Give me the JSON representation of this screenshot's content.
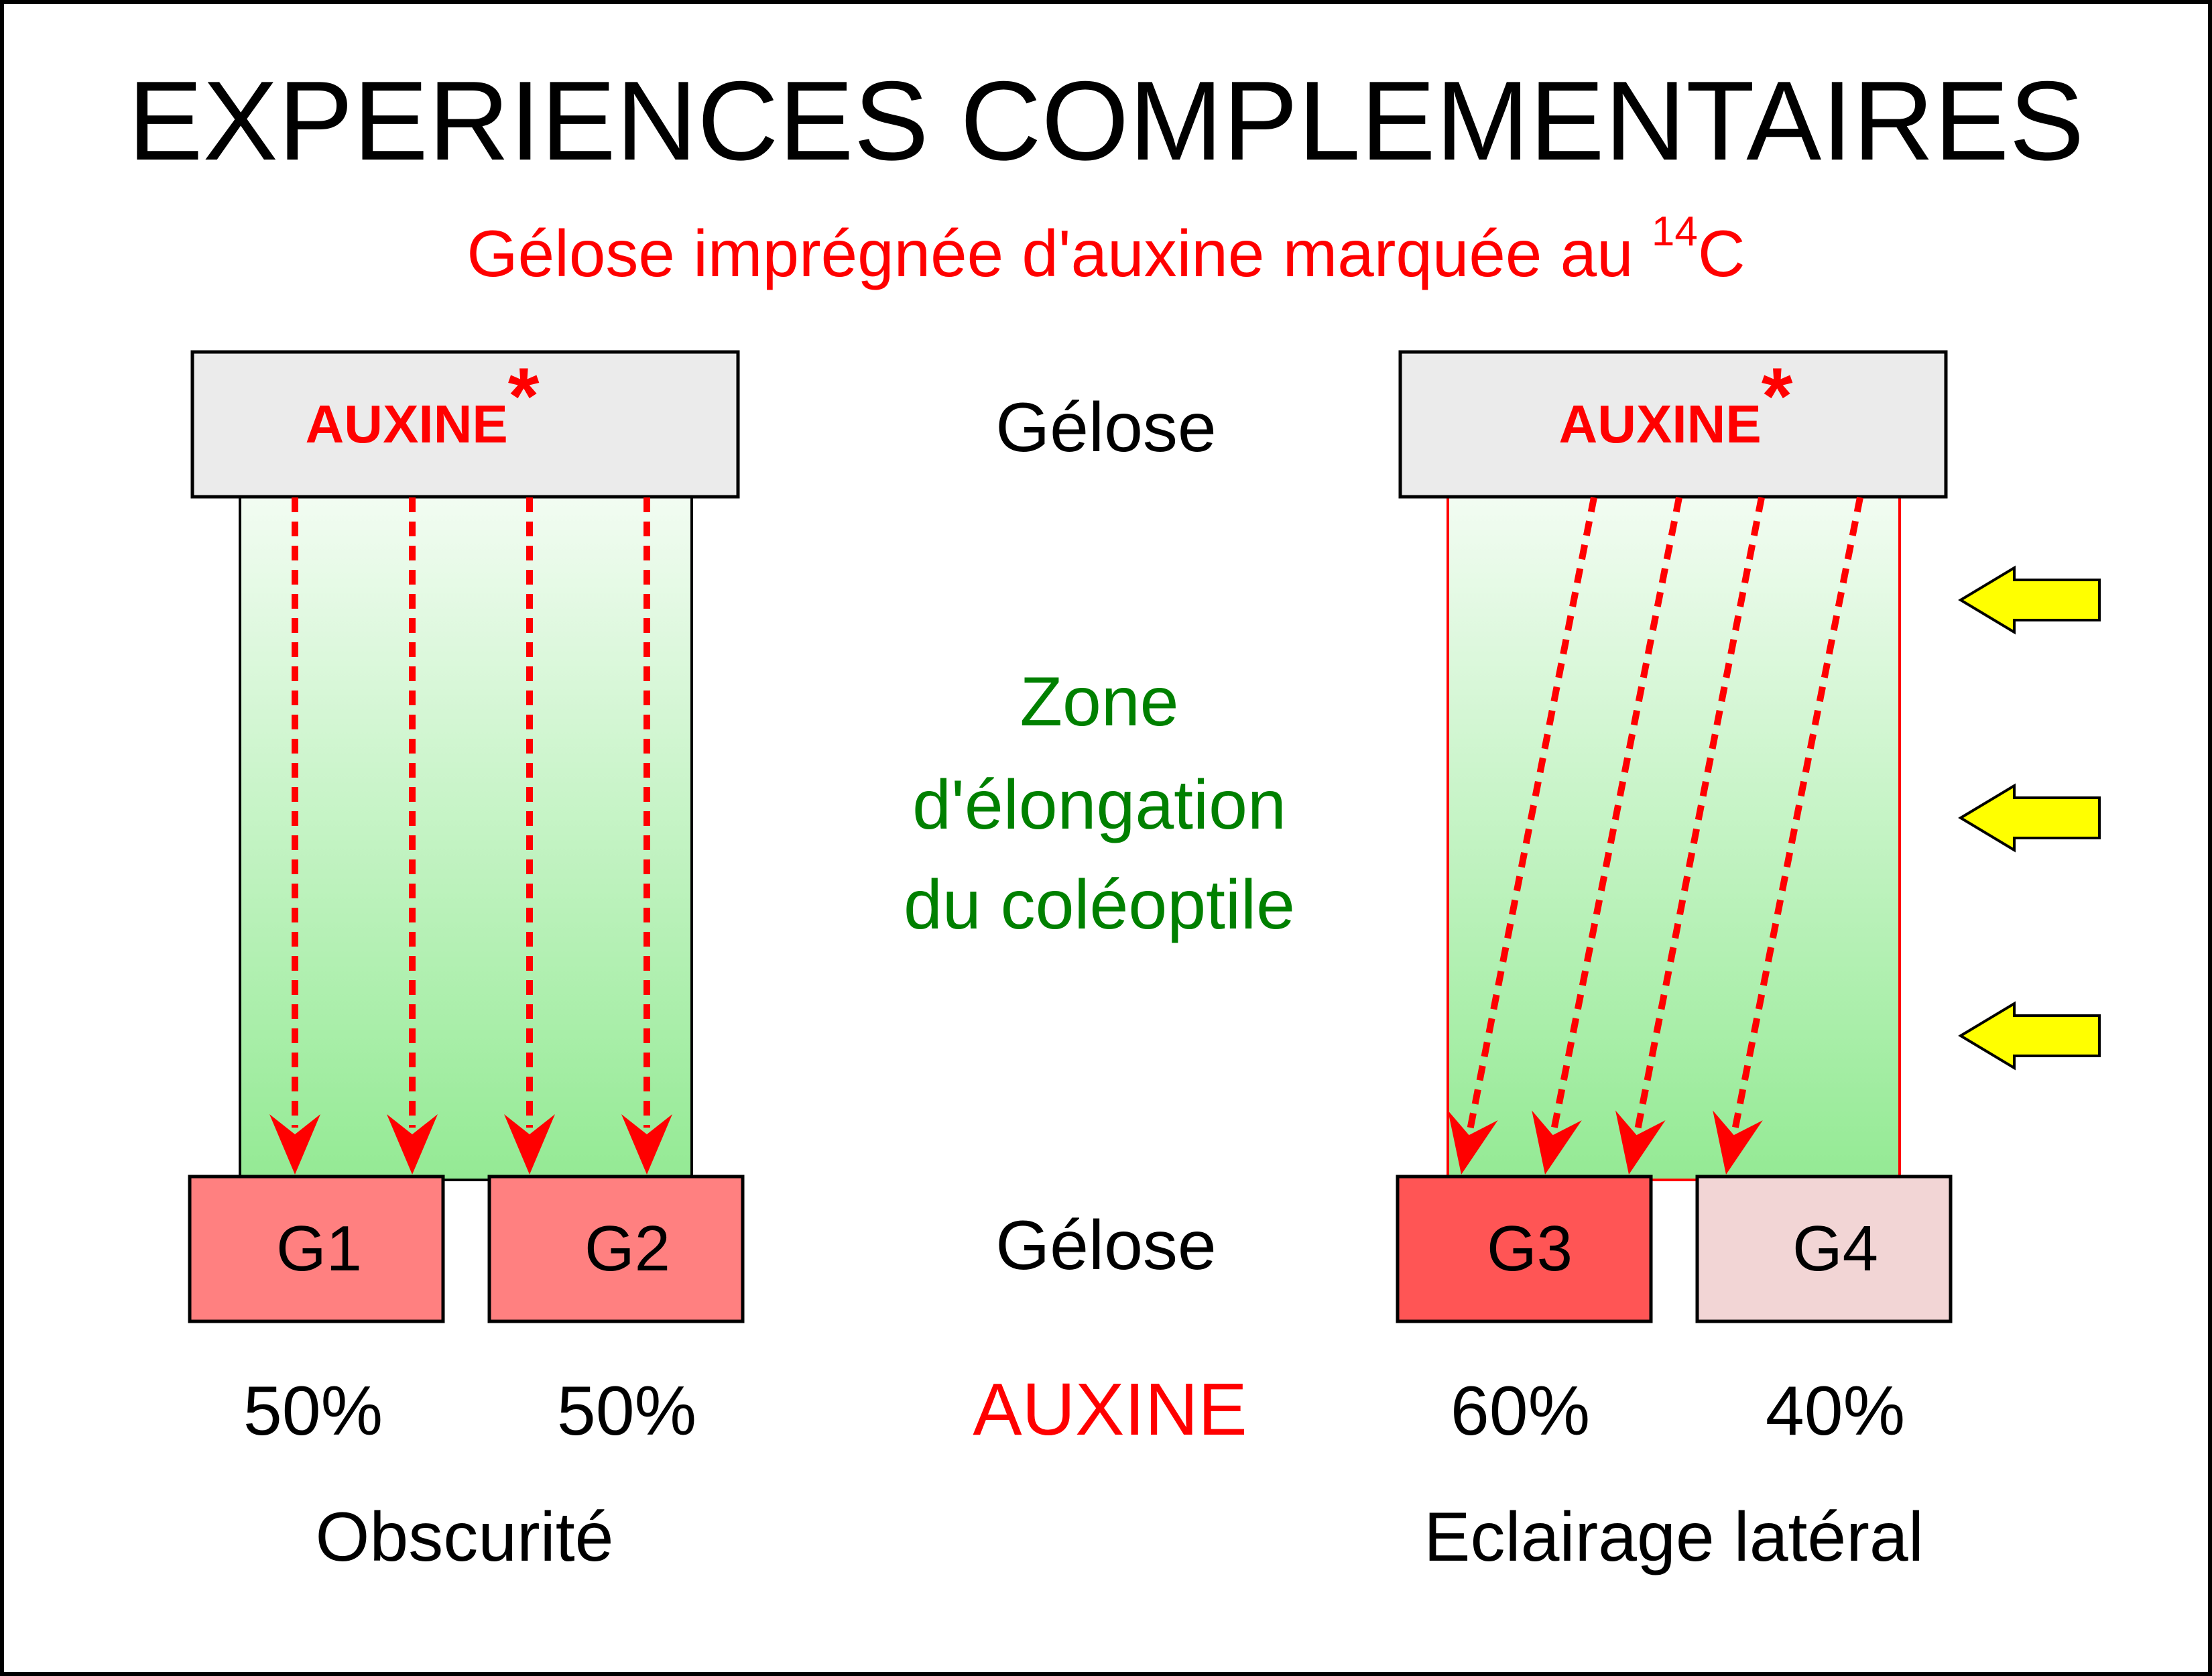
{
  "title": "EXPERIENCES COMPLEMENTAIRES",
  "subtitle": {
    "text": "Gélose imprégnée d'auxine marquée au ",
    "isotope_mass": "14",
    "isotope_symbol": "C"
  },
  "center_labels": {
    "top_gelose": "Gélose",
    "zone_line1": "Zone",
    "zone_line2": "d'élongation",
    "zone_line3": "du coléoptile",
    "bottom_gelose": "Gélose",
    "auxine": "AUXINE"
  },
  "left_experiment": {
    "source_label": "AUXINE",
    "source_mark": "*",
    "blocks": [
      {
        "label": "G1",
        "percent": "50%",
        "fill": "#ff8080"
      },
      {
        "label": "G2",
        "percent": "50%",
        "fill": "#ff8080"
      }
    ],
    "condition": "Obscurité"
  },
  "right_experiment": {
    "source_label": "AUXINE",
    "source_mark": "*",
    "blocks": [
      {
        "label": "G3",
        "percent": "60%",
        "fill": "#ff5555"
      },
      {
        "label": "G4",
        "percent": "40%",
        "fill": "#f2d5d5"
      }
    ],
    "condition": "Eclairage latéral",
    "light_arrows": 3
  },
  "colors": {
    "auxin_red": "#ff0000",
    "zone_green": "#008000",
    "light_yellow": "#ffff00",
    "gelose_gray": "#ebebeb",
    "coleoptile_top": "#f2fcf2",
    "coleoptile_bottom": "#94ea94"
  }
}
